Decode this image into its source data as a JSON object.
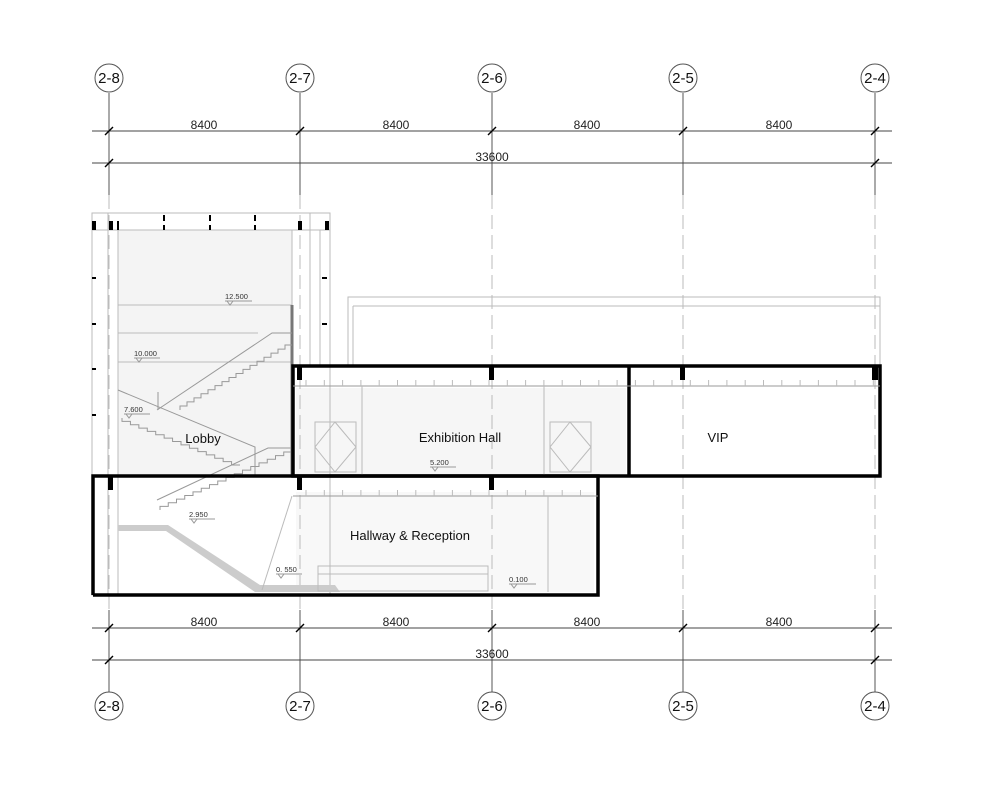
{
  "grid_axes": [
    "2-8",
    "2-7",
    "2-6",
    "2-5",
    "2-4"
  ],
  "dimensions": {
    "top_spans": [
      "8400",
      "8400",
      "8400",
      "8400"
    ],
    "top_total": "33600",
    "bottom_spans": [
      "8400",
      "8400",
      "8400",
      "8400"
    ],
    "bottom_total": "33600"
  },
  "rooms": {
    "lobby": "Lobby",
    "exhibition_hall": "Exhibition Hall",
    "vip": "VIP",
    "hallway": "Hallway & Reception"
  },
  "elevations": [
    "12.500",
    "10.000",
    "7.600",
    "5.200",
    "2.950",
    "0. 550",
    "0.100"
  ]
}
